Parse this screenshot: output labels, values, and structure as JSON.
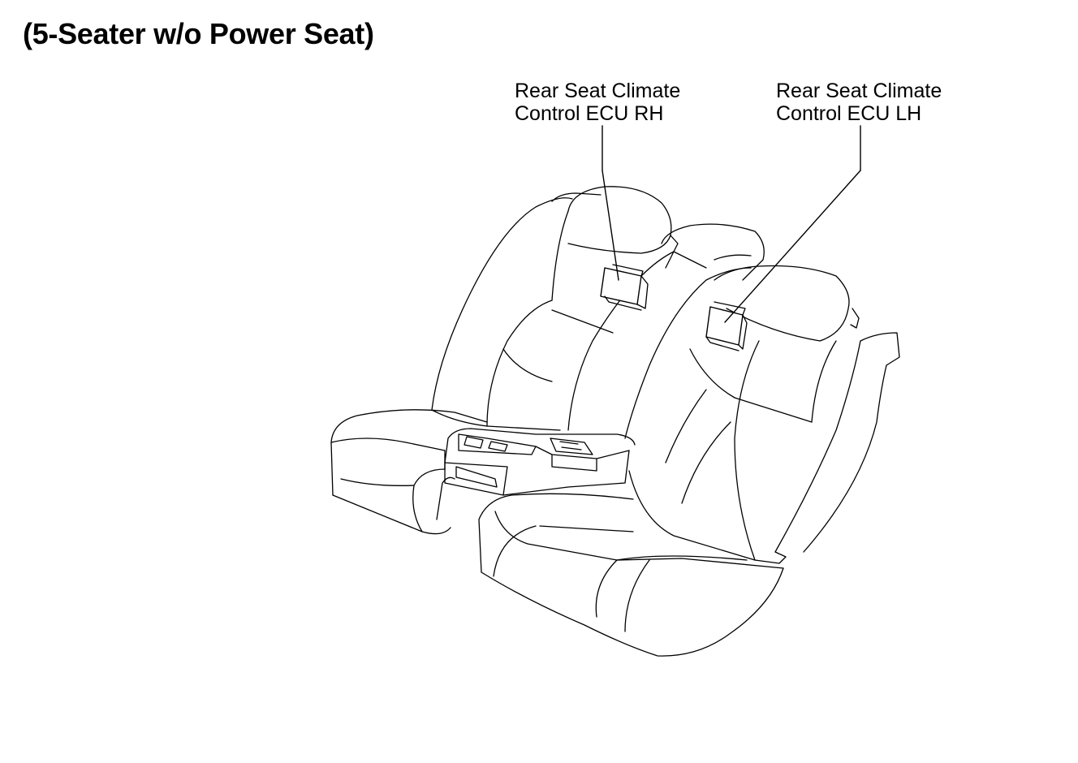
{
  "title": "(5-Seater w/o Power Seat)",
  "callouts": {
    "rh": {
      "line1": "Rear Seat Climate",
      "line2": "Control ECU RH"
    },
    "lh": {
      "line1": "Rear Seat Climate",
      "line2": "Control ECU LH"
    }
  },
  "colors": {
    "line": "#000000",
    "background": "#ffffff"
  }
}
